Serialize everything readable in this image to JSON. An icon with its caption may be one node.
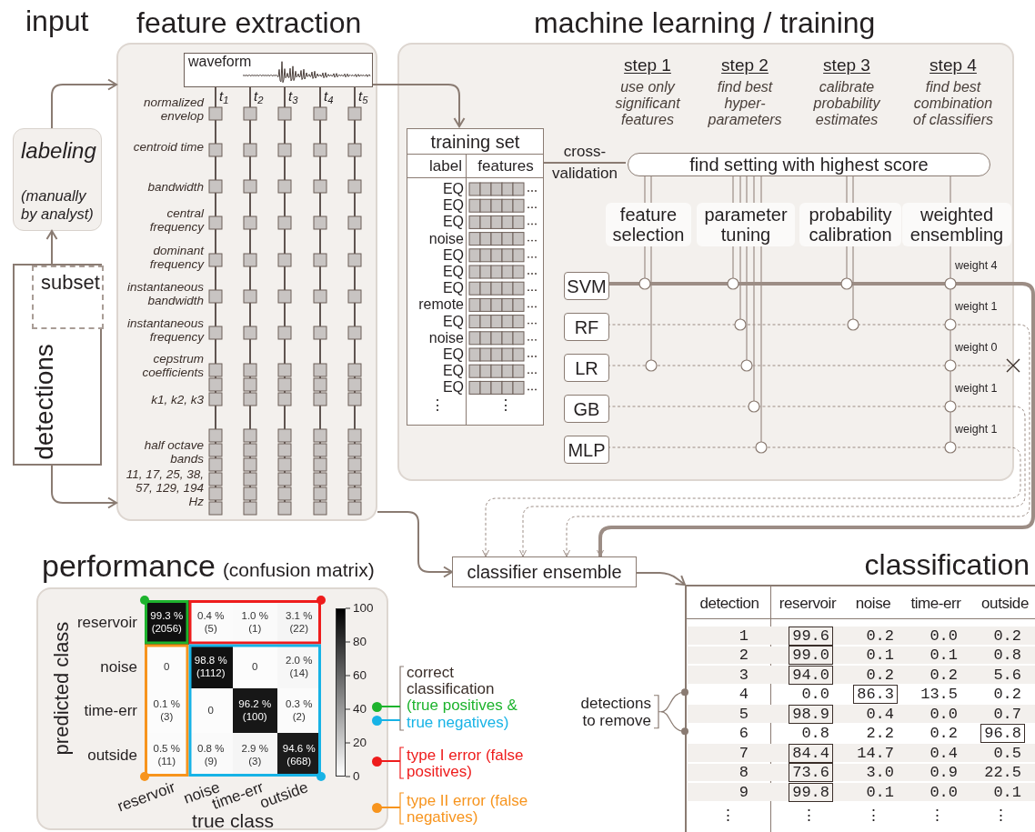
{
  "diagram": {
    "nodes": [
      {
        "text": [
          "detections"
        ]
      },
      {
        "text": [
          "subset"
        ],
        "in": 0
      },
      {
        "text": [
          "labeling",
          "(manually by analyst)"
        ]
      },
      {
        "text": [
          "feature extraction"
        ]
      },
      {
        "text": [
          "waveform"
        ],
        "in": 3
      },
      {
        "text": [
          "machine learning / training"
        ]
      },
      {
        "text": [
          "training set"
        ],
        "in": 5
      },
      {
        "text": [
          "find setting with highest score"
        ],
        "in": 5
      },
      {
        "text": [
          "feature selection"
        ],
        "in": 5
      },
      {
        "text": [
          "parameter tuning"
        ],
        "in": 5
      },
      {
        "text": [
          "probability calibration"
        ],
        "in": 5
      },
      {
        "text": [
          "weighted ensembling"
        ],
        "in": 5
      },
      {
        "text": [
          "SVM"
        ],
        "in": 5
      },
      {
        "text": [
          "RF"
        ],
        "in": 5
      },
      {
        "text": [
          "LR"
        ],
        "in": 5
      },
      {
        "text": [
          "GB"
        ],
        "in": 5
      },
      {
        "text": [
          "MLP"
        ],
        "in": 5
      },
      {
        "text": [
          "classifier ensemble"
        ]
      },
      {
        "text": [
          "performance",
          "(confusion matrix)"
        ]
      },
      {
        "text": [
          "classification"
        ]
      }
    ],
    "edges": [
      {
        "from": 1,
        "to": 2,
        "arrow": "to"
      },
      {
        "from": 2,
        "to": 3,
        "arrow": "to"
      },
      {
        "from": 0,
        "to": 3,
        "arrow": "to"
      },
      {
        "from": 4,
        "to": 6,
        "arrow": "to"
      },
      {
        "from": 6,
        "to": 7,
        "arrow": "none",
        "label": "cross-validation"
      },
      {
        "from": 3,
        "to": 17,
        "arrow": "to"
      },
      {
        "from": 12,
        "to": 17,
        "arrow": "to",
        "style": "thick"
      },
      {
        "from": 13,
        "to": 17,
        "arrow": "to",
        "style": "dashed"
      },
      {
        "from": 14,
        "to": null,
        "arrow": "none",
        "style": "dashed"
      },
      {
        "from": 15,
        "to": 17,
        "arrow": "to",
        "style": "dashed"
      },
      {
        "from": 16,
        "to": 17,
        "arrow": "to",
        "style": "dashed"
      },
      {
        "from": 17,
        "to": 19,
        "arrow": "to"
      }
    ],
    "labels": [
      "input",
      "t$_{1}$",
      "t$_{2}$",
      "t$_{3}$",
      "t$_{4}$",
      "t$_{5}$",
      "normalized envelop",
      "centroid time",
      "bandwidth",
      "central frequency",
      "dominant frequency",
      "instantaneous bandwidth",
      "instantaneous frequency",
      "cepstrum coefficients",
      "k1, k2, k3",
      "half octave bands",
      "11, 17, 25, 38, 57, 129, 194 Hz",
      "step 1",
      "use only significant features",
      "step 2",
      "find best hyper- parameters",
      "step 3",
      "calibrate probability estimates",
      "step 4",
      "find best combination of classifiers",
      "label",
      "features",
      "EQ",
      "EQ",
      "EQ",
      "noise",
      "EQ",
      "EQ",
      "EQ",
      "remote",
      "EQ",
      "noise",
      "EQ",
      "EQ",
      "EQ",
      "⋮",
      "⋮",
      "weight 4",
      "weight 1",
      "weight 0",
      "weight 1",
      "weight 1",
      "reservoir",
      "noise",
      "time-err",
      "outside",
      "99.3 % (2056)",
      "0.4 % (5)",
      "1.0 % (1)",
      "3.1 % (22)",
      "0",
      "98.8 % (1112)",
      "0",
      "2.0 % (14)",
      "0.1 % (3)",
      "0",
      "96.2 % (100)",
      "0.3 % (2)",
      "0.5 % (11)",
      "0.8 % (9)",
      "2.9 % (3)",
      "94.6 % (668)",
      "reservoir",
      "noise",
      "time-err",
      "outside",
      "predicted class",
      "true class",
      "100",
      "80",
      "60",
      "40",
      "20",
      "0",
      "correct classification",
      "detections to remove",
      "detection",
      "reservoir",
      "noise",
      "time-err",
      "outside",
      "1",
      "99.6",
      "0.2",
      "0.0",
      "0.2",
      "2",
      "99.0",
      "0.1",
      "0.1",
      "0.8",
      "3",
      "94.0",
      "0.2",
      "0.2",
      "5.6",
      "4",
      "0.0",
      "86.3",
      "13.5",
      "0.2",
      "5",
      "98.9",
      "0.4",
      "0.0",
      "0.7",
      "6",
      "0.8",
      "2.2",
      "0.2",
      "96.8",
      "7",
      "84.4",
      "14.7",
      "0.4",
      "0.5",
      "8",
      "73.6",
      "3.0",
      "0.9",
      "22.5",
      "9",
      "99.8",
      "0.1",
      "0.0",
      "0.1",
      "⋮",
      "⋮",
      "⋮",
      "⋮",
      "⋮"
    ],
    "legend": [
      {
        "text": "(true positives &",
        "color": "#1db32d"
      },
      {
        "text": "true negatives)",
        "color": "#17b3e6"
      },
      {
        "text": "type I error (false positives)",
        "color": "#ee1c1c"
      },
      {
        "text": "type II error (false negatives)",
        "color": "#f7941d"
      }
    ]
  }
}
